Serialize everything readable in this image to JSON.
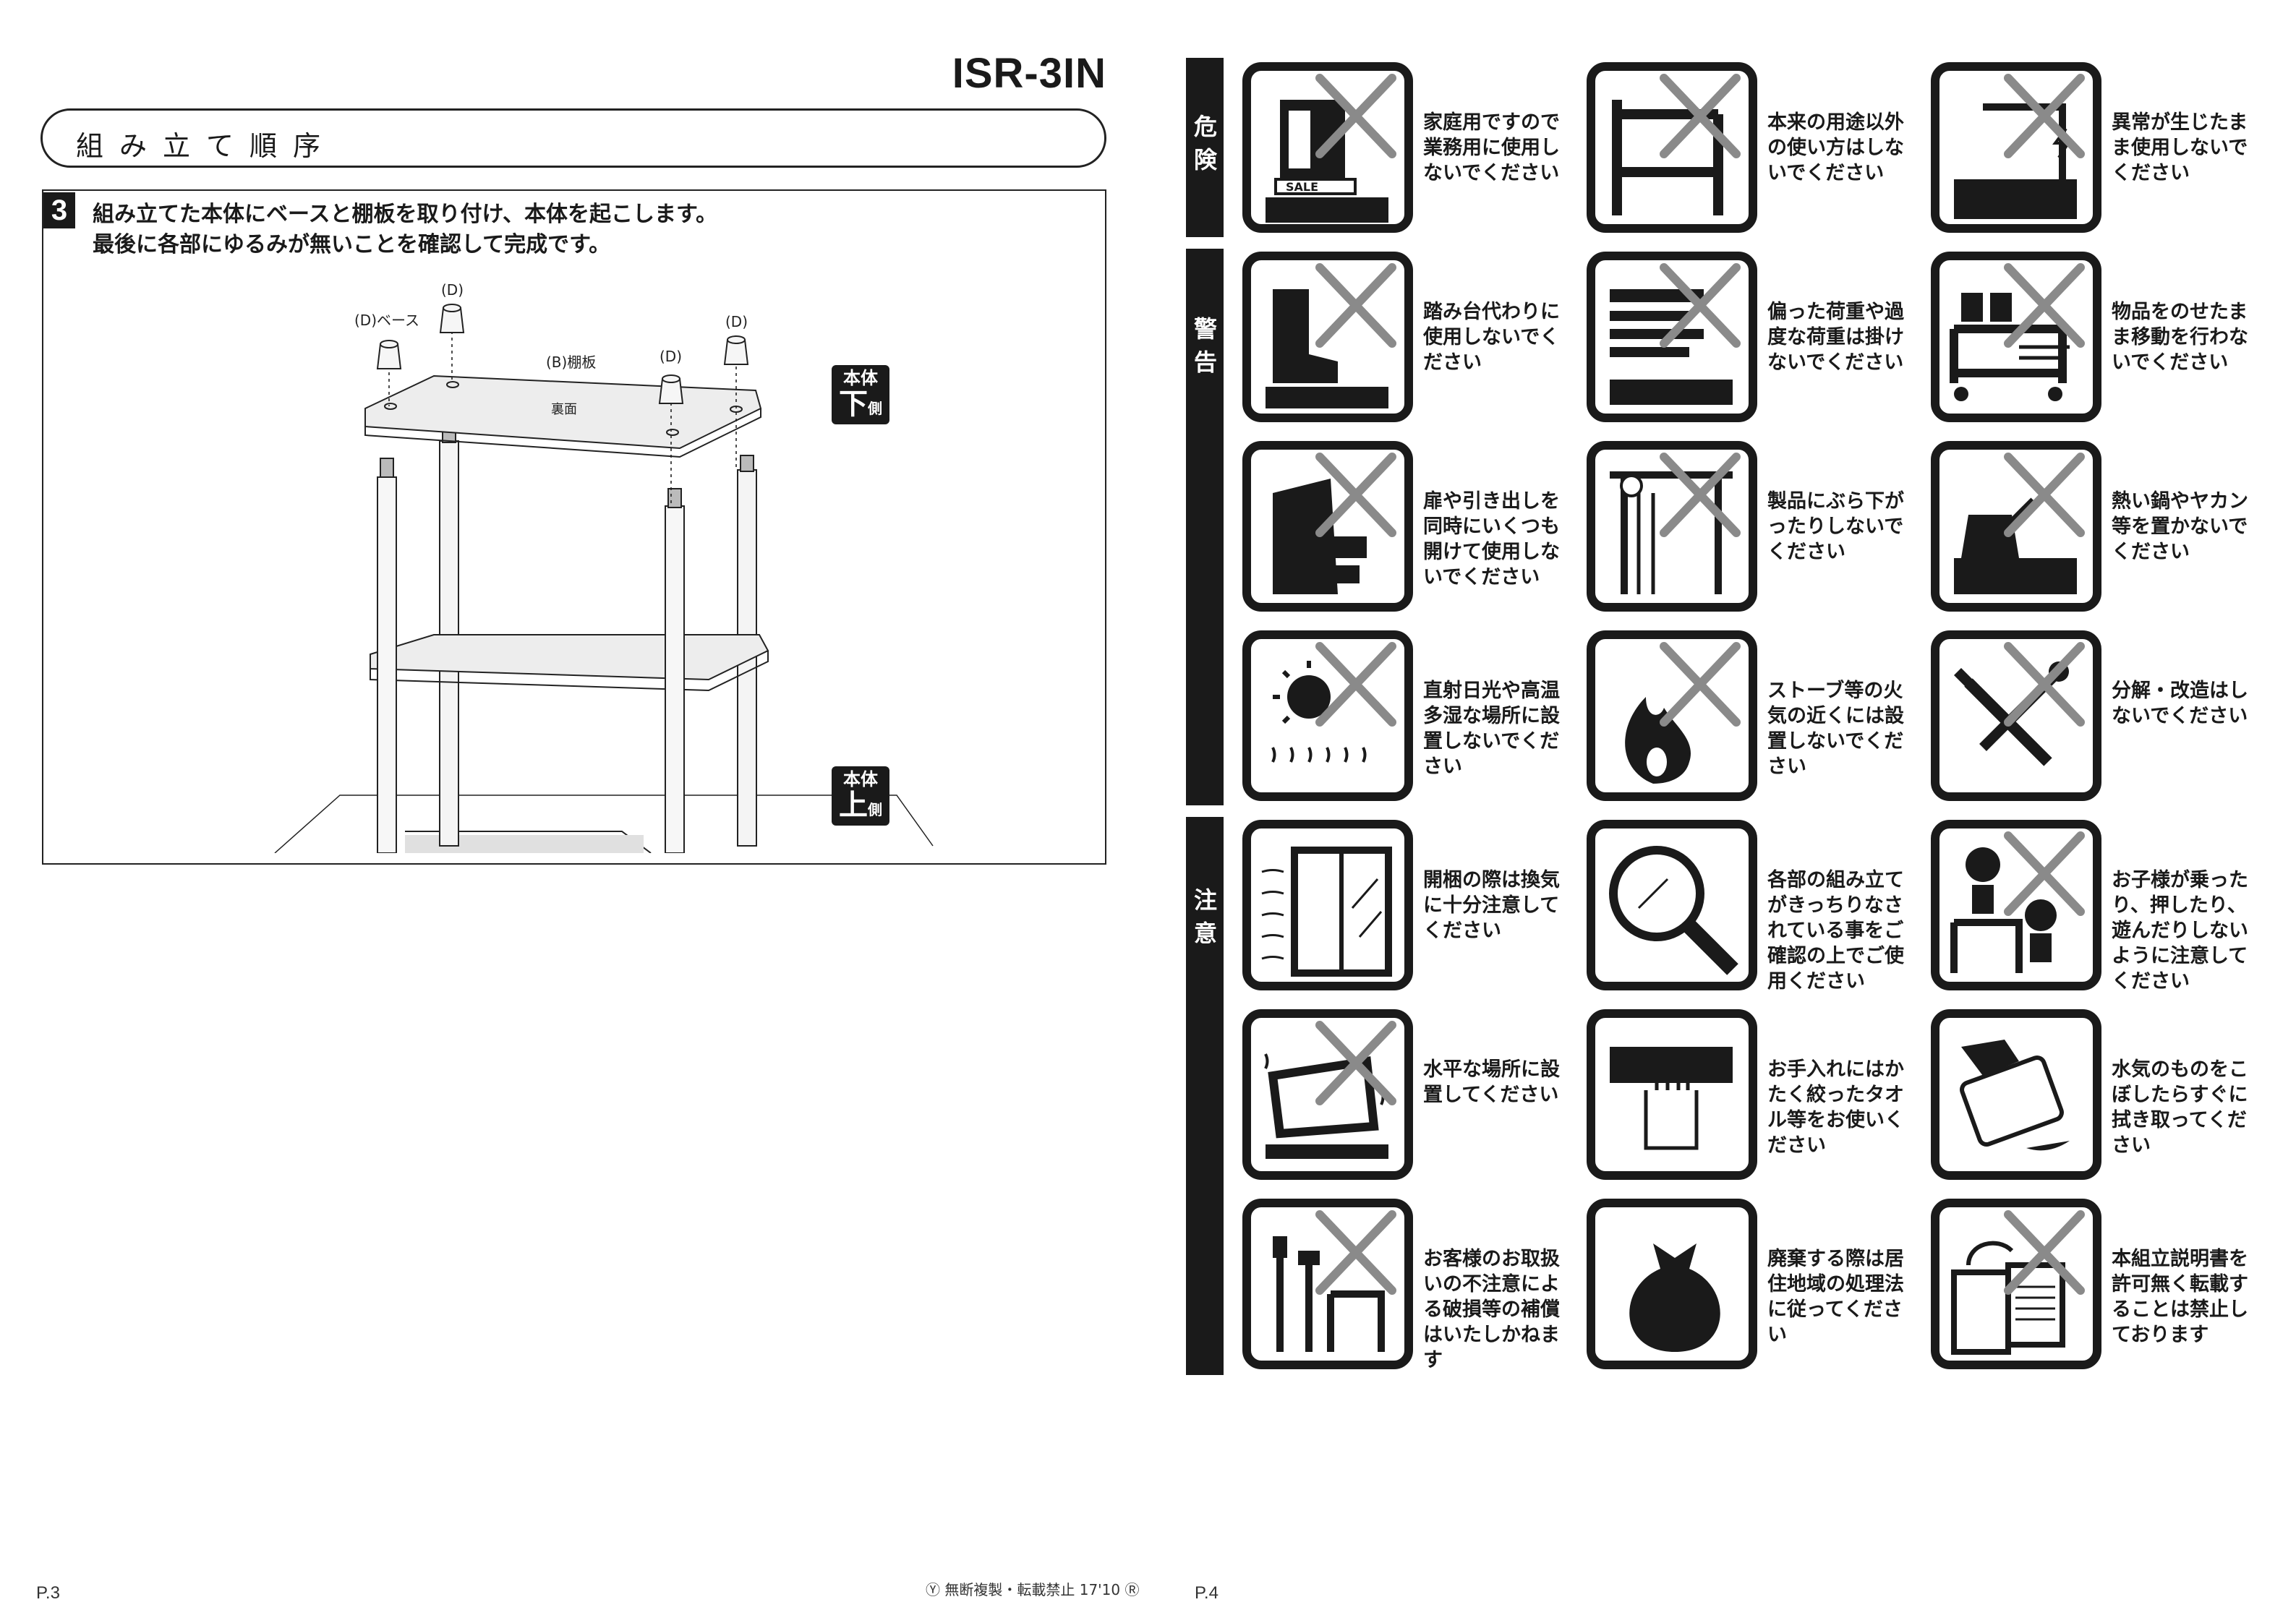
{
  "left_page": {
    "model": "ISR-3IN",
    "section_title": "組み立て順序",
    "step": {
      "number": "3",
      "instruction_line1": "組み立てた本体にベースと棚板を取り付け、本体を起こします。",
      "instruction_line2": "最後に各部にゆるみが無いことを確認して完成です。"
    },
    "diagram_labels": {
      "base_d": "(D)ベース",
      "d1": "(D)",
      "d2": "(D)",
      "d3": "(D)",
      "shelf_b": "(B)棚板",
      "back_side": "裏面"
    },
    "badge_lower": {
      "line1": "本体",
      "big": "下",
      "small": "側"
    },
    "badge_upper": {
      "line1": "本体",
      "big": "上",
      "small": "側"
    },
    "page_number": "P.3",
    "copyright": "Ⓨ 無断複製・転載禁止 17'10 Ⓡ"
  },
  "right_page": {
    "page_number": "P.4",
    "categories": [
      {
        "label": "危険"
      },
      {
        "label": "警告"
      },
      {
        "label": "注意"
      }
    ],
    "warnings": [
      {
        "icon": "sale-display-icon",
        "crossed": true,
        "text": "家庭用ですので業務用に使用しないでください"
      },
      {
        "icon": "misuse-furniture-icon",
        "crossed": true,
        "text": "本来の用途以外の使い方はしないでください"
      },
      {
        "icon": "abnormal-spark-icon",
        "crossed": true,
        "text": "異常が生じたまま使用しないでください"
      },
      {
        "icon": "boot-step-icon",
        "crossed": true,
        "text": "踏み台代わりに使用しないでください"
      },
      {
        "icon": "uneven-load-icon",
        "crossed": true,
        "text": "偏った荷重や過度な荷重は掛けないでください"
      },
      {
        "icon": "moving-cart-icon",
        "crossed": true,
        "text": "物品をのせたまま移動を行わないでください"
      },
      {
        "icon": "open-drawers-icon",
        "crossed": true,
        "text": "扉や引き出しを同時にいくつも開けて使用しないでください"
      },
      {
        "icon": "hanging-hand-icon",
        "crossed": true,
        "text": "製品にぶら下がったりしないでください"
      },
      {
        "icon": "hot-kettle-icon",
        "crossed": true,
        "text": "熱い鍋やヤカン等を置かないでください"
      },
      {
        "icon": "sun-humidity-icon",
        "crossed": true,
        "text": "直射日光や高温多湿な場所に設置しないでください"
      },
      {
        "icon": "flame-icon",
        "crossed": true,
        "text": "ストーブ等の火気の近くには設置しないでください"
      },
      {
        "icon": "tools-icon",
        "crossed": true,
        "text": "分解・改造はしないでください"
      },
      {
        "icon": "ventilation-window-icon",
        "crossed": false,
        "text": "開梱の際は換気に十分注意してください"
      },
      {
        "icon": "magnifier-icon",
        "crossed": false,
        "text": "各部の組み立てがきっちりなされている事をご確認の上でご使用ください"
      },
      {
        "icon": "child-climbing-icon",
        "crossed": true,
        "text": "お子様が乗ったり、押したり、遊んだりしないように注意してください"
      },
      {
        "icon": "tilted-surface-icon",
        "crossed": true,
        "text": "水平な場所に設置してください"
      },
      {
        "icon": "towel-hand-icon",
        "crossed": false,
        "text": "お手入れにはかたく絞ったタオル等をお使いください"
      },
      {
        "icon": "wipe-spill-icon",
        "crossed": false,
        "text": "水気のものをこぼしたらすぐに拭き取ってください"
      },
      {
        "icon": "careless-handling-icon",
        "crossed": true,
        "text": "お客様のお取扱いの不注意による破損等の補償はいたしかねます"
      },
      {
        "icon": "disposal-bag-icon",
        "crossed": false,
        "text": "廃棄する際は居住地域の処理法に従ってください"
      },
      {
        "icon": "no-copy-document-icon",
        "crossed": true,
        "text": "本組立説明書を許可無く転載することは禁止しております"
      }
    ]
  }
}
